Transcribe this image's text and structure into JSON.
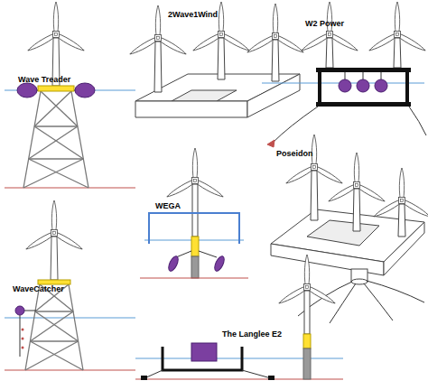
{
  "diagram": {
    "labels": [
      "Wave Treader",
      "2Wave1Wind",
      "W2 Power",
      "Poseidon",
      "WEGA",
      "WaveCatcher",
      "The Langlee E2"
    ]
  }
}
